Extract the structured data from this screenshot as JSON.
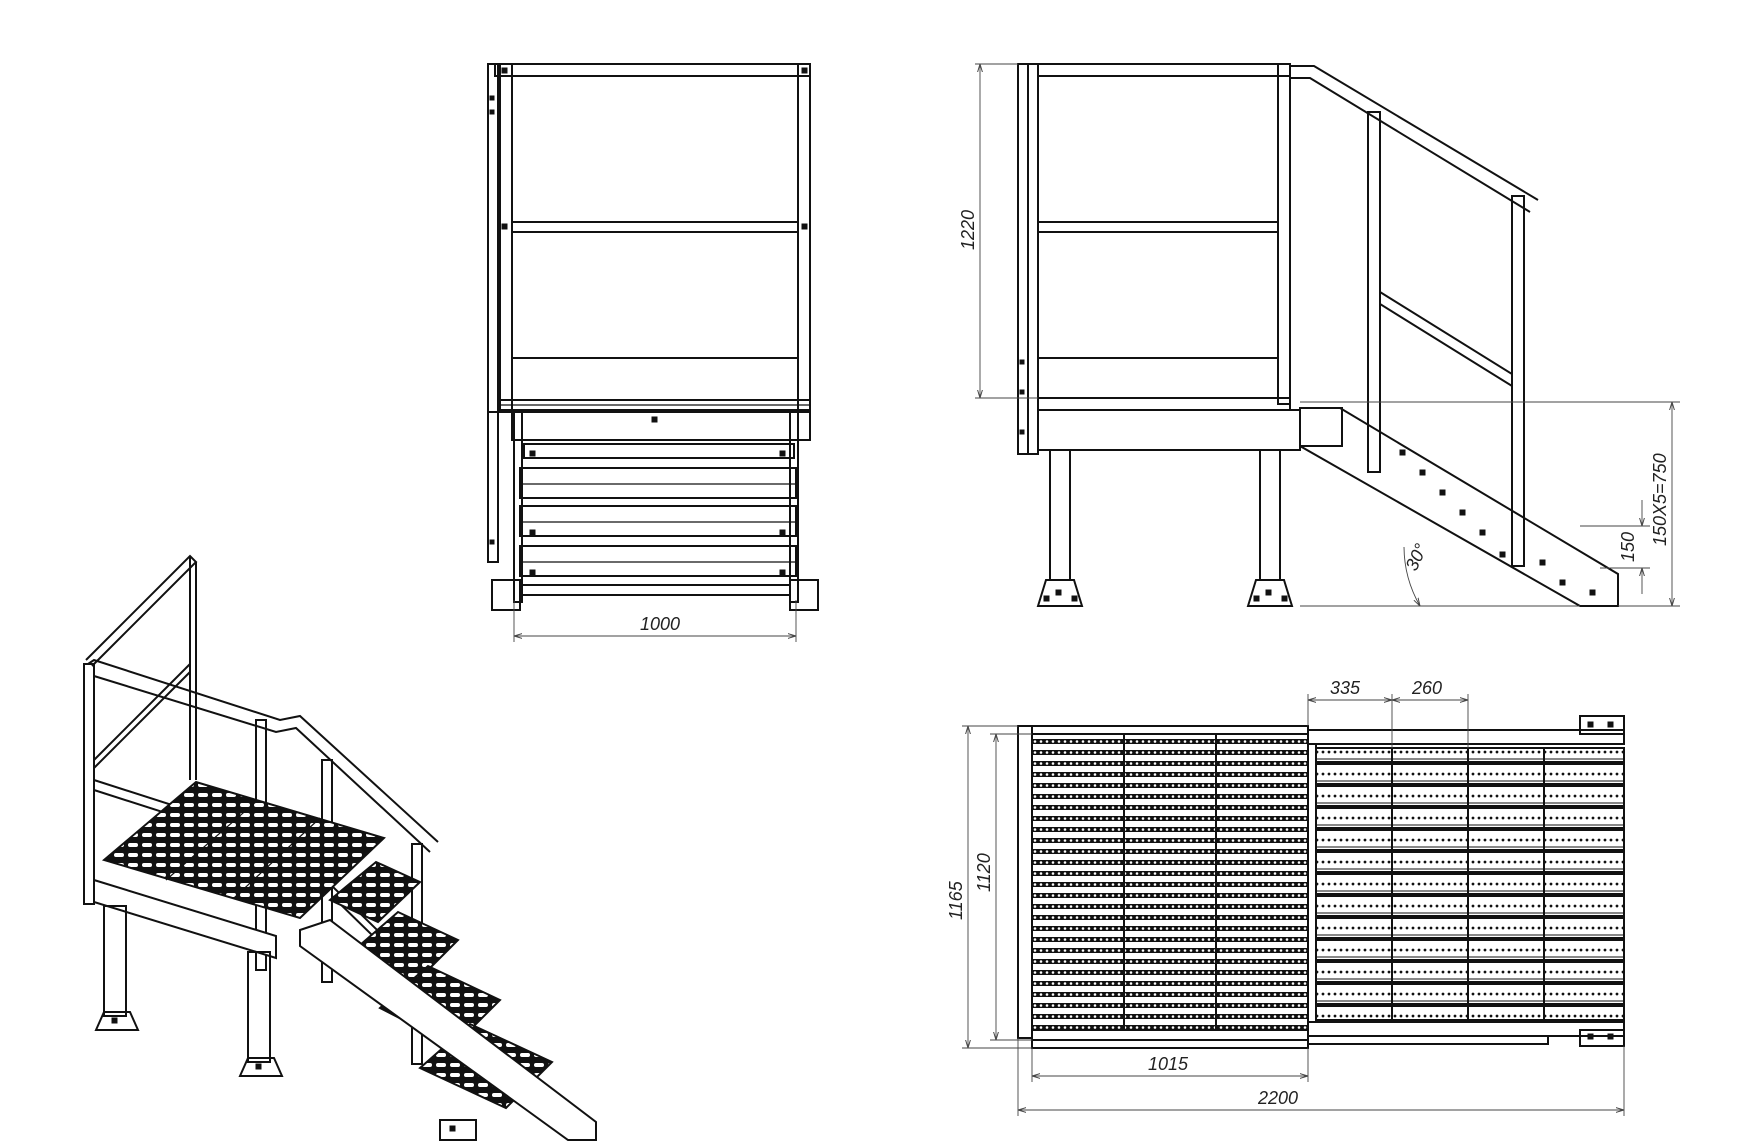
{
  "dimensions": {
    "front_width": "1000",
    "side_height": "1220",
    "stair_total": "150X5=750",
    "step_height": "150",
    "stair_angle": "30°",
    "plan_seg_a": "335",
    "plan_seg_b": "260",
    "plan_width_outer": "1165",
    "plan_width_inner": "1120",
    "plan_platform": "1015",
    "plan_total_length": "2200"
  },
  "colors": {
    "line": "#111111",
    "dimension": "#444444",
    "background": "#ffffff"
  }
}
